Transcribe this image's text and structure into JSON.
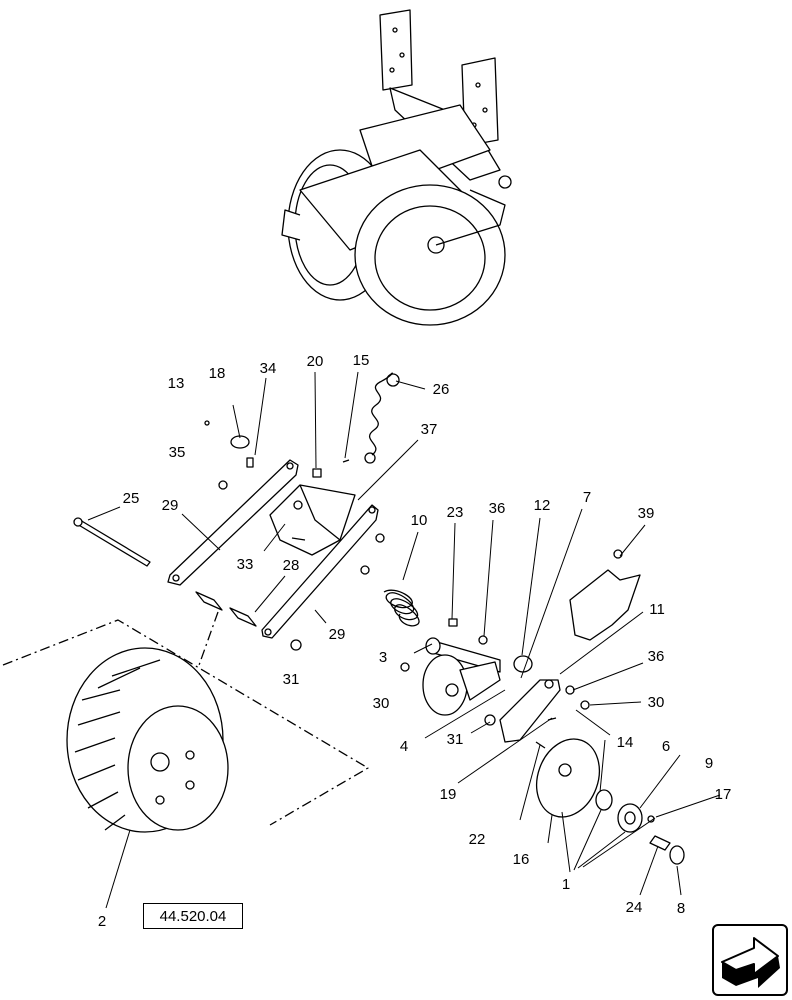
{
  "labels": [
    {
      "id": "13",
      "text": "13"
    },
    {
      "id": "18",
      "text": "18"
    },
    {
      "id": "34",
      "text": "34"
    },
    {
      "id": "20",
      "text": "20"
    },
    {
      "id": "15",
      "text": "15"
    },
    {
      "id": "26",
      "text": "26"
    },
    {
      "id": "37",
      "text": "37"
    },
    {
      "id": "35",
      "text": "35"
    },
    {
      "id": "25",
      "text": "25"
    },
    {
      "id": "29a",
      "text": "29"
    },
    {
      "id": "33",
      "text": "33"
    },
    {
      "id": "28",
      "text": "28"
    },
    {
      "id": "29b",
      "text": "29"
    },
    {
      "id": "31a",
      "text": "31"
    },
    {
      "id": "10",
      "text": "10"
    },
    {
      "id": "23",
      "text": "23"
    },
    {
      "id": "36a",
      "text": "36"
    },
    {
      "id": "12",
      "text": "12"
    },
    {
      "id": "7",
      "text": "7"
    },
    {
      "id": "39",
      "text": "39"
    },
    {
      "id": "11",
      "text": "11"
    },
    {
      "id": "3",
      "text": "3"
    },
    {
      "id": "36b",
      "text": "36"
    },
    {
      "id": "30a",
      "text": "30"
    },
    {
      "id": "30b",
      "text": "30"
    },
    {
      "id": "4",
      "text": "4"
    },
    {
      "id": "31b",
      "text": "31"
    },
    {
      "id": "14",
      "text": "14"
    },
    {
      "id": "6",
      "text": "6"
    },
    {
      "id": "9",
      "text": "9"
    },
    {
      "id": "19",
      "text": "19"
    },
    {
      "id": "17",
      "text": "17"
    },
    {
      "id": "22",
      "text": "22"
    },
    {
      "id": "16",
      "text": "16"
    },
    {
      "id": "1",
      "text": "1"
    },
    {
      "id": "24",
      "text": "24"
    },
    {
      "id": "8",
      "text": "8"
    },
    {
      "id": "2",
      "text": "2"
    }
  ],
  "reference": "44.520.04"
}
